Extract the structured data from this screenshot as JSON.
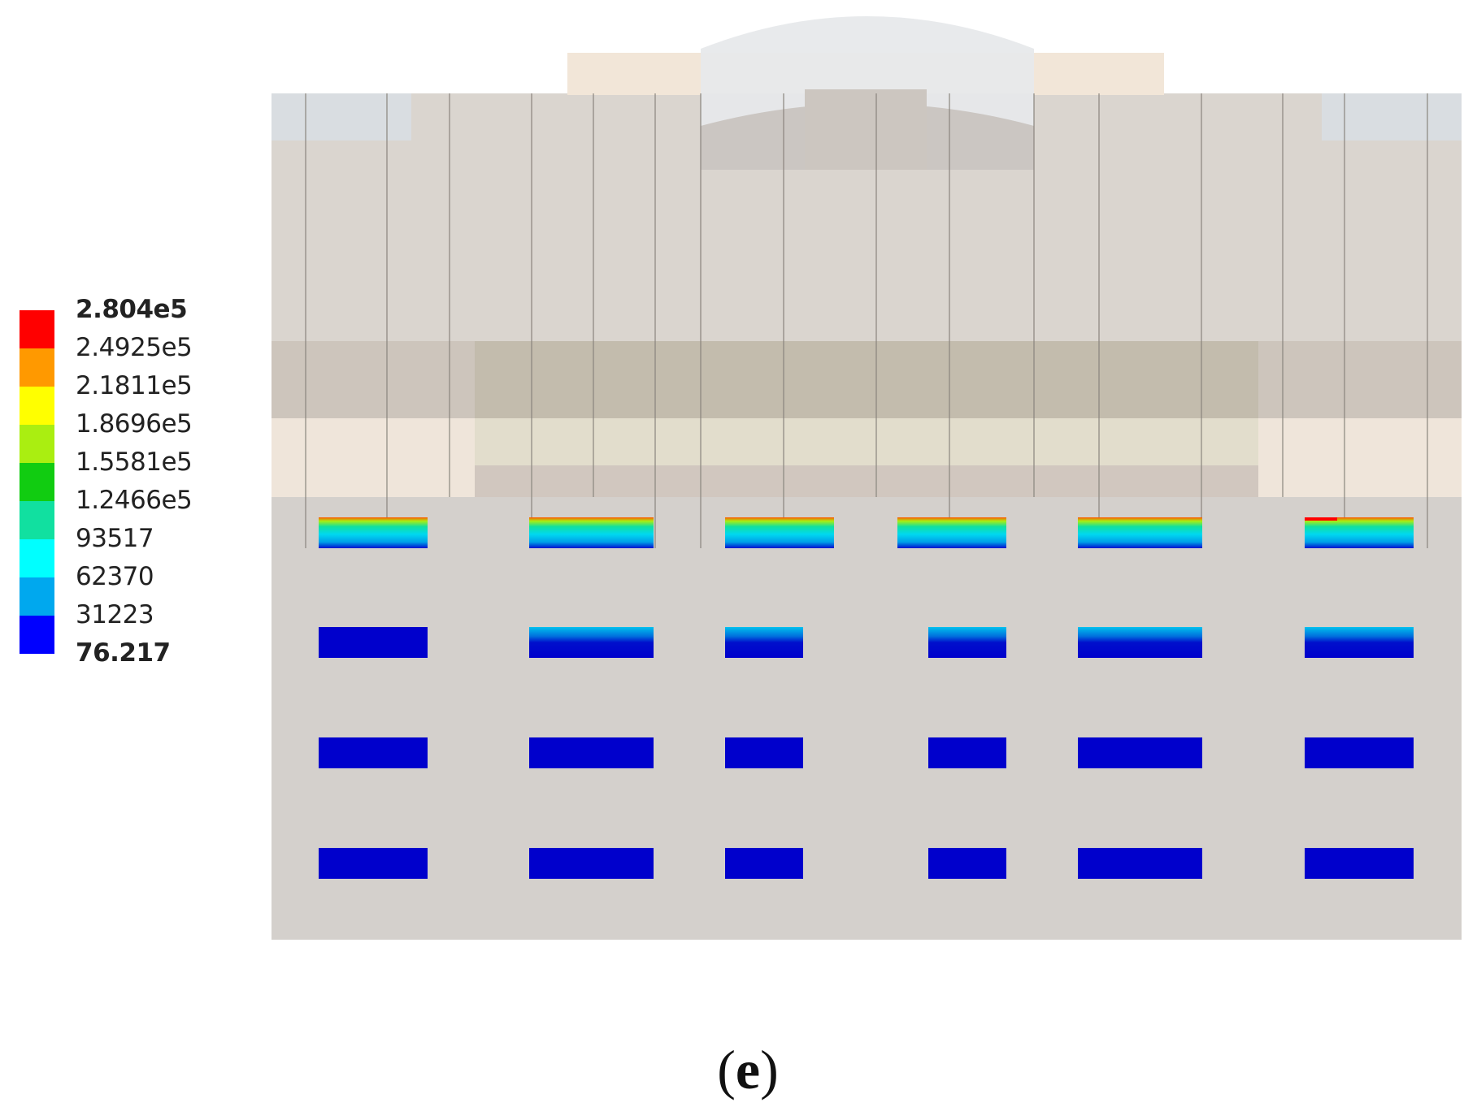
{
  "legend": {
    "labels": [
      "2.804e5",
      "2.4925e5",
      "2.1811e5",
      "1.8696e5",
      "1.5581e5",
      "1.2466e5",
      "93517",
      "62370",
      "31223",
      "76.217"
    ],
    "colors": [
      "#ff0000",
      "#ff9900",
      "#ffff00",
      "#aaee11",
      "#11cc11",
      "#11e0a0",
      "#00ffff",
      "#00a8ee",
      "#0000ff"
    ]
  },
  "caption": {
    "open": "(",
    "letter": "e",
    "close": ")"
  },
  "palette": {
    "base": "#d4d0cc",
    "upper": "#dad5cf",
    "band_dark": "#c9bfb4",
    "band_light": "#efe5da",
    "cap_light": "#f2e6d8",
    "dome": "#e7e9eb",
    "low_region": "#0000cc",
    "corner_blue": "#d9dde1"
  }
}
